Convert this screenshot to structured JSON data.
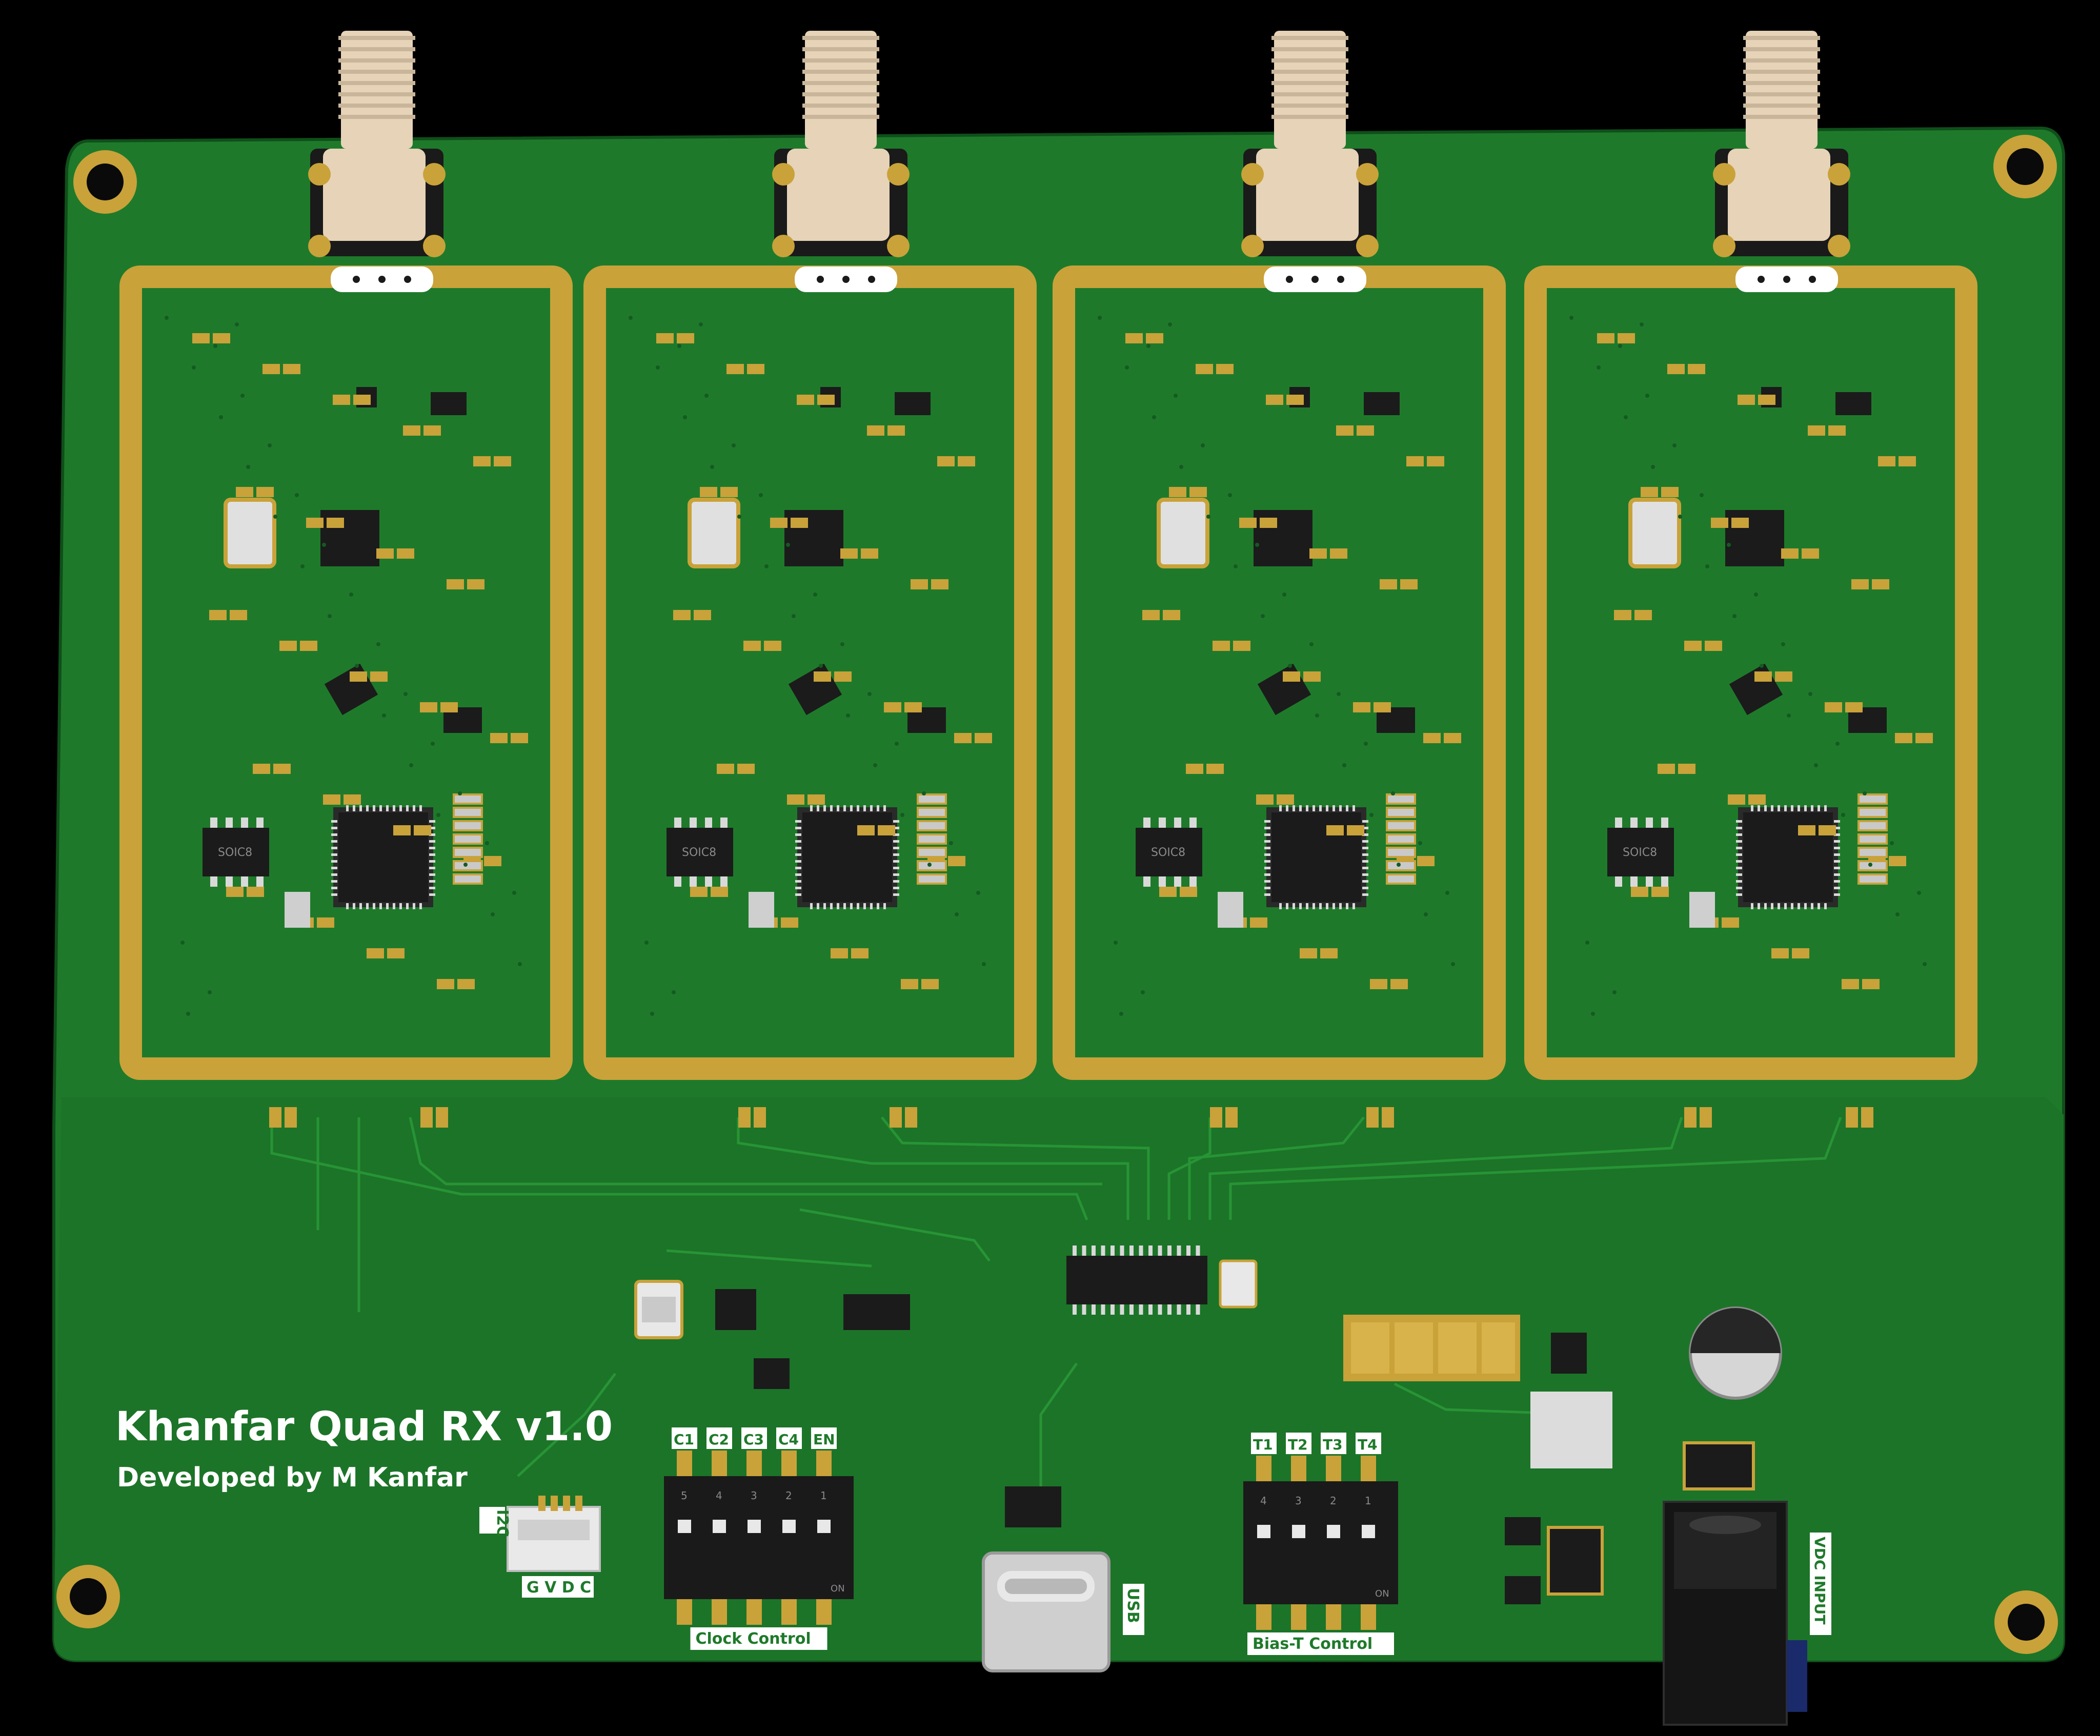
{
  "board": {
    "title": "Khanfar Quad RX v1.0",
    "subtitle": "Developed by M Kanfar",
    "colors": {
      "pcb": "#1e7a2a",
      "pcb_dark": "#17652a",
      "gold": "#c9a23a",
      "sma": "#e6d3b8",
      "ic": "#1b1b1b"
    }
  },
  "channels": [
    {
      "soic_label": "SOIC8"
    },
    {
      "soic_label": "SOIC8"
    },
    {
      "soic_label": "SOIC8"
    },
    {
      "soic_label": "SOIC8"
    }
  ],
  "clock_control": {
    "label": "Clock Control",
    "switch_labels": [
      "C1",
      "C2",
      "C3",
      "C4",
      "EN"
    ],
    "numbers": [
      "5",
      "4",
      "3",
      "2",
      "1"
    ],
    "on_label": "ON"
  },
  "bias_t_control": {
    "label": "Bias-T Control",
    "switch_labels": [
      "T1",
      "T2",
      "T3",
      "T4"
    ],
    "numbers": [
      "4",
      "3",
      "2",
      "1"
    ],
    "on_label": "ON"
  },
  "i2c": {
    "label": "I2C",
    "pins": "G V D C"
  },
  "usb": {
    "label": "USB"
  },
  "vdc": {
    "label": "VDC INPUT"
  }
}
